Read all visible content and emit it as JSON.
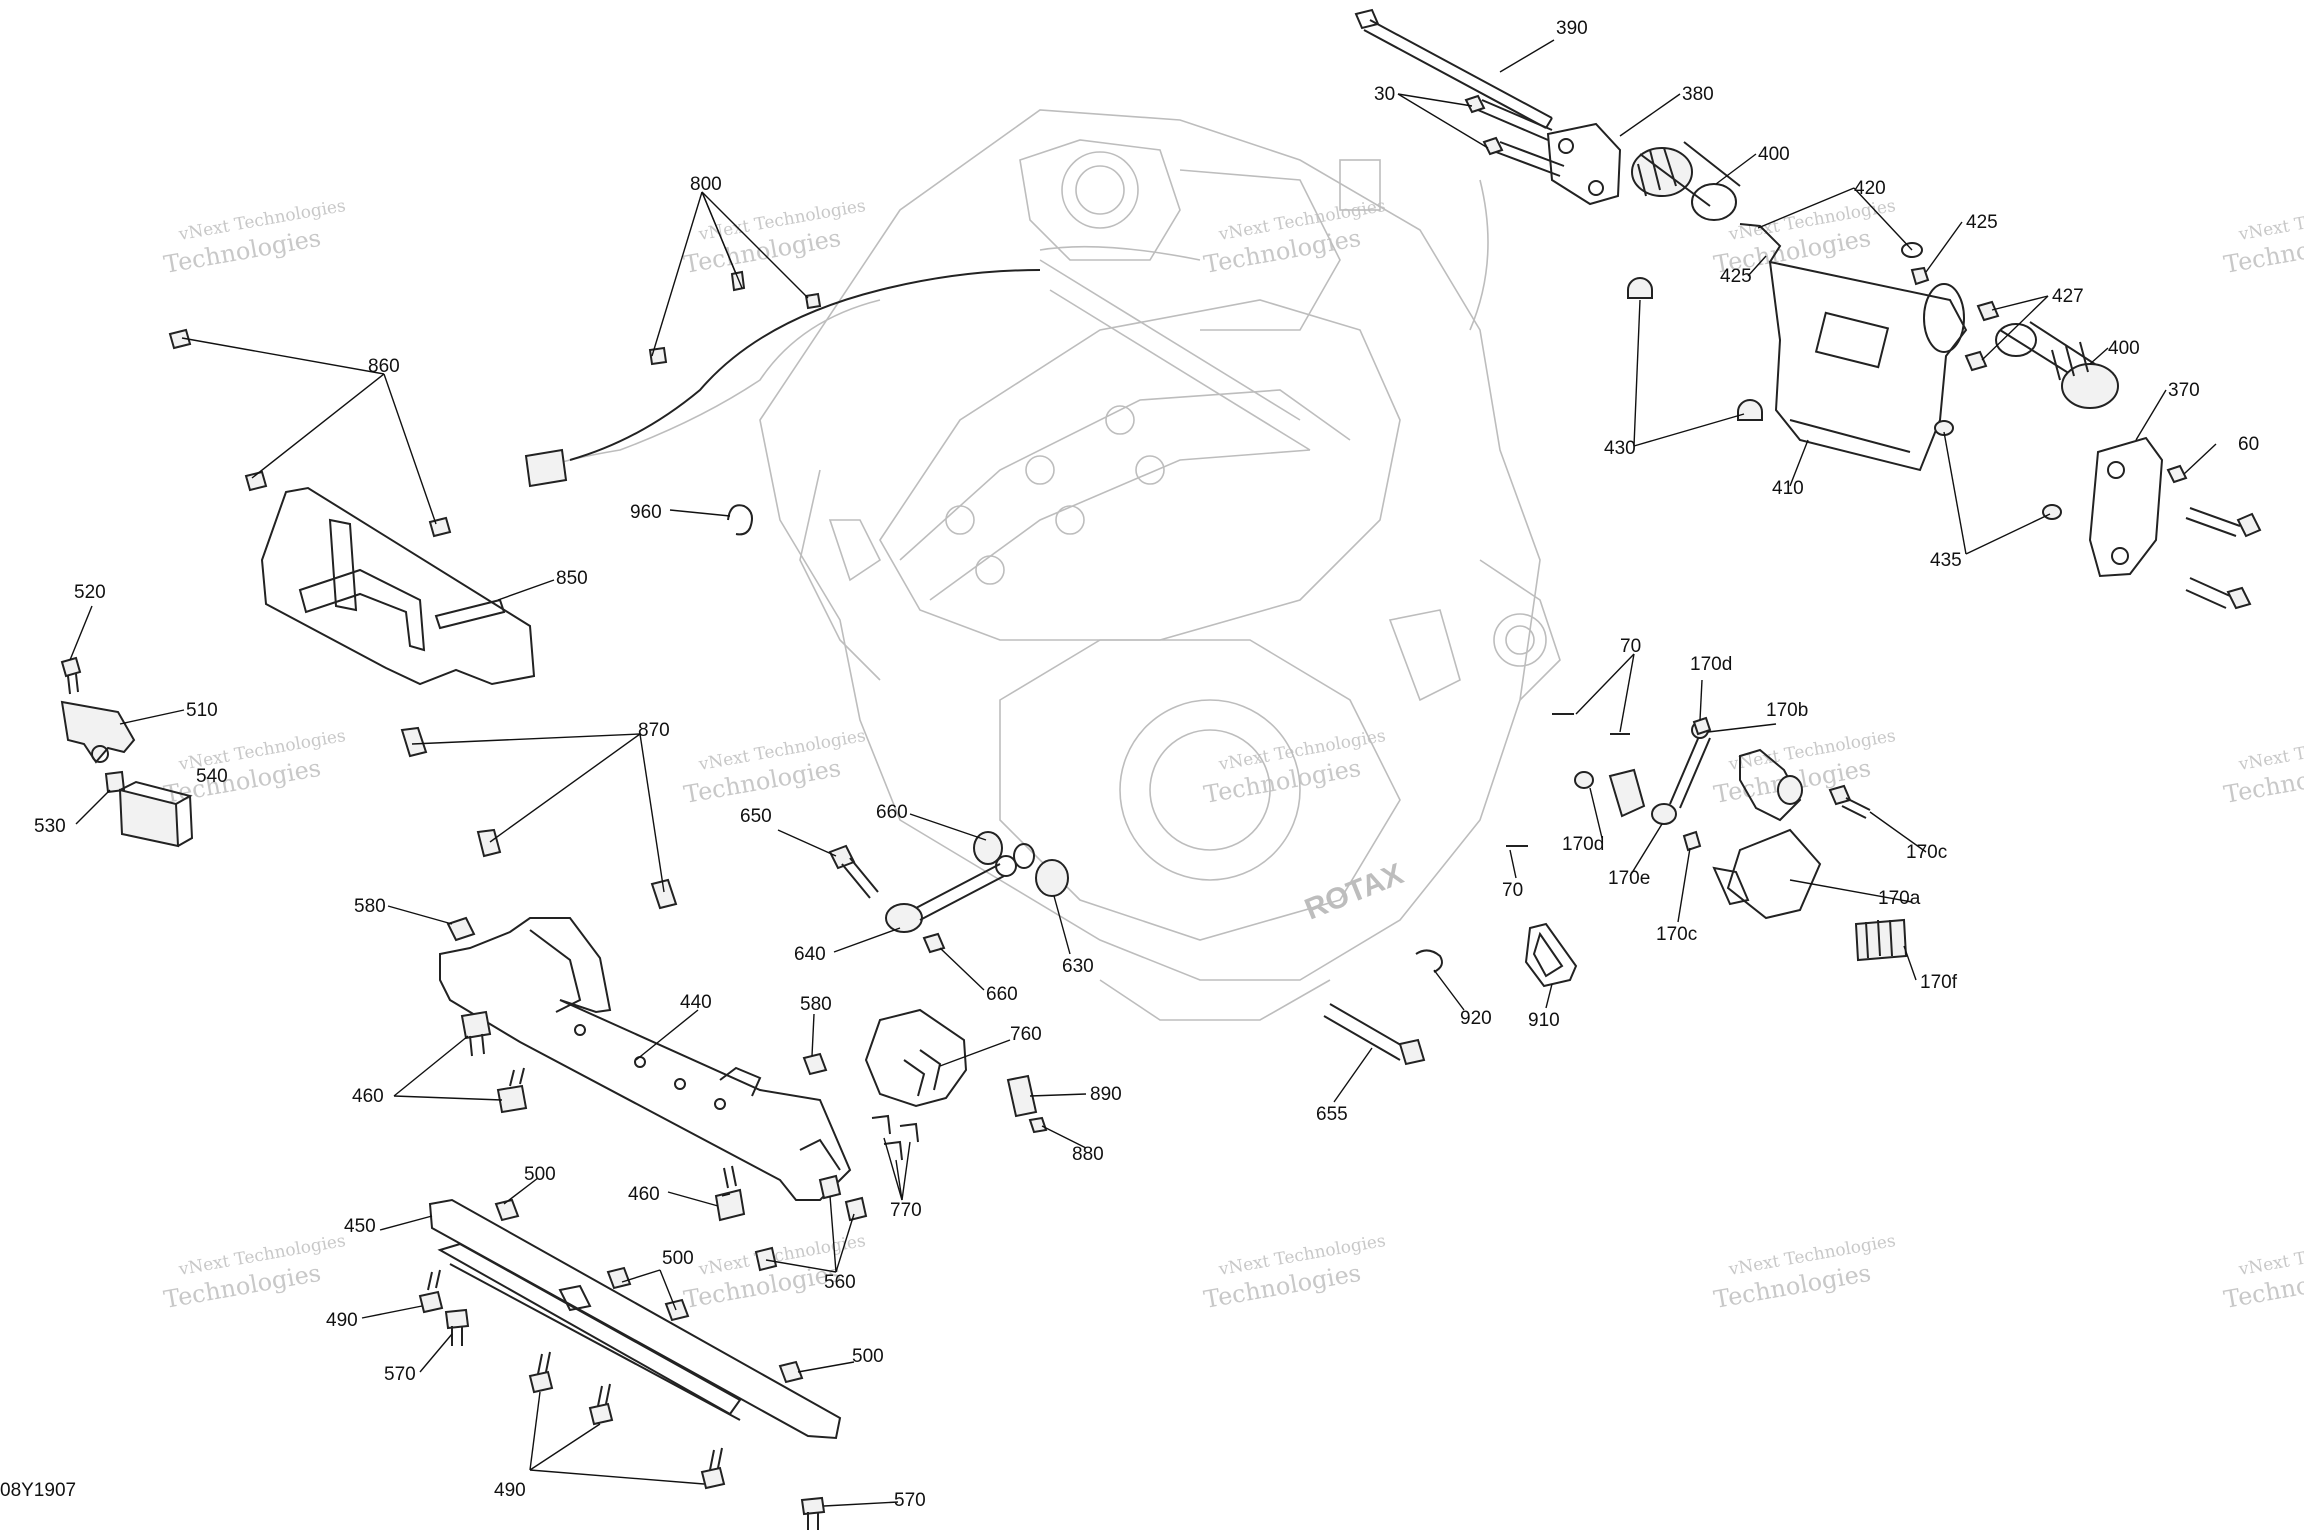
{
  "diagram_code": "08Y1907",
  "watermark": {
    "line1": "vNext Technologies",
    "line2": "Technologies"
  },
  "engine_brand": "ROTAX",
  "callouts": [
    "390",
    "30",
    "380",
    "400",
    "420",
    "425",
    "425",
    "427",
    "400",
    "370",
    "60",
    "430",
    "410",
    "435",
    "800",
    "860",
    "850",
    "960",
    "520",
    "510",
    "540",
    "530",
    "870",
    "580",
    "440",
    "460",
    "580",
    "760",
    "890",
    "880",
    "650",
    "660",
    "640",
    "660",
    "630",
    "655",
    "920",
    "910",
    "70",
    "70",
    "170d",
    "170b",
    "170c",
    "170d",
    "170e",
    "170c",
    "170a",
    "170f",
    "500",
    "460",
    "770",
    "500",
    "560",
    "450",
    "490",
    "570",
    "500",
    "490",
    "570"
  ]
}
